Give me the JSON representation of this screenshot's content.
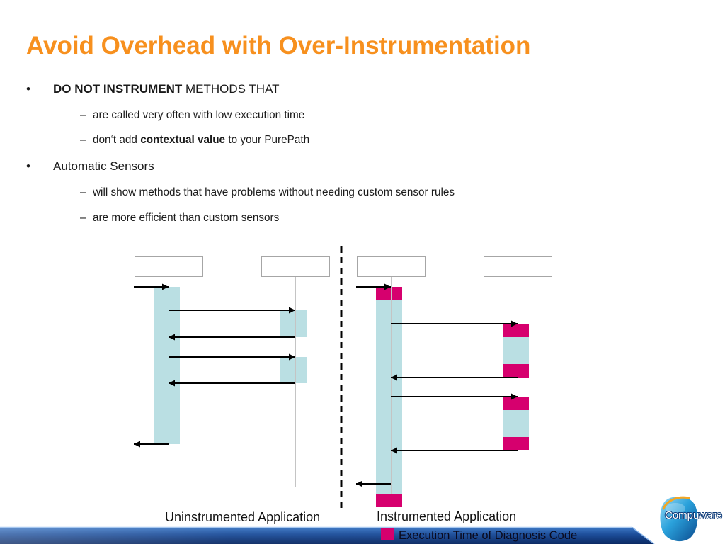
{
  "slide": {
    "title": "Avoid Overhead with Over-Instrumentation",
    "markers": {
      "level1": "•",
      "level2": "–"
    },
    "bullets": [
      {
        "bold": "DO NOT INSTRUMENT",
        "text": " METHODS THAT",
        "subs": [
          {
            "text": "are called very often with low execution time"
          },
          {
            "pre": "don‘t add ",
            "bold": "contextual value",
            "post": " to your PurePath"
          }
        ]
      },
      {
        "text": "Automatic Sensors",
        "subs": [
          {
            "text": "will show methods that have problems without needing custom sensor rules"
          },
          {
            "text": "are more efficient than custom sensors"
          }
        ]
      }
    ]
  },
  "diagram": {
    "uninstrumented": {
      "caption": "Uninstrumented Application"
    },
    "instrumented": {
      "caption": "Instrumented Application"
    },
    "legend": {
      "label": "Execution Time of Diagnosis Code"
    },
    "colors": {
      "activation": "#BADFE3",
      "diagnosis_code": "#D6006E",
      "lifeline": "#C4C4C4",
      "message": "#000000"
    }
  },
  "branding": {
    "title_color": "#F7901E",
    "footer_color": "#0B2B6A",
    "logo_text": "Compuware"
  }
}
